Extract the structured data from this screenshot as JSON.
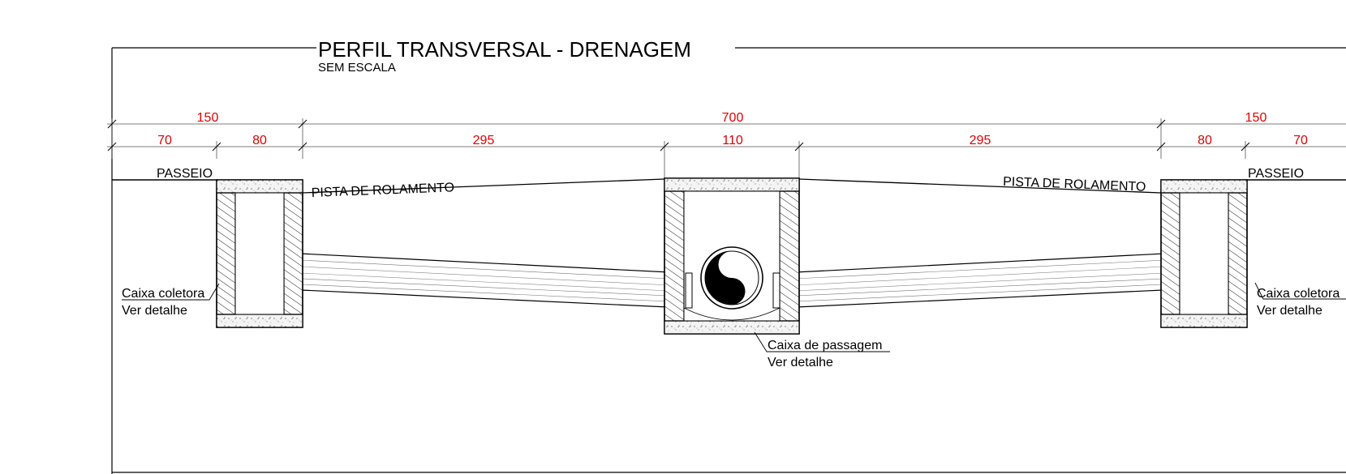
{
  "title": "PERFIL TRANSVERSAL - DRENAGEM",
  "subtitle": "SEM ESCALA",
  "dimensions": {
    "left_total": "150",
    "center_total": "700",
    "right_total": "150",
    "left_a": "70",
    "left_b": "80",
    "lane_left": "295",
    "center_box": "110",
    "lane_right": "295",
    "right_b": "80",
    "right_a": "70"
  },
  "labels": {
    "passeio_left": "PASSEIO",
    "passeio_right": "PASSEIO",
    "pista_left": "PISTA DE ROLAMENTO",
    "pista_right": "PISTA DE ROLAMENTO",
    "caixa_coletora_left": "Caixa coletora",
    "ver_detalhe_left": "Ver detalhe",
    "caixa_coletora_right": "Caixa coletora",
    "ver_detalhe_right": "Ver detalhe",
    "caixa_passagem": "Caixa de passagem",
    "ver_detalhe_center": "Ver detalhe"
  },
  "colors": {
    "dimension_text": "#e00000",
    "linework": "#000000"
  }
}
